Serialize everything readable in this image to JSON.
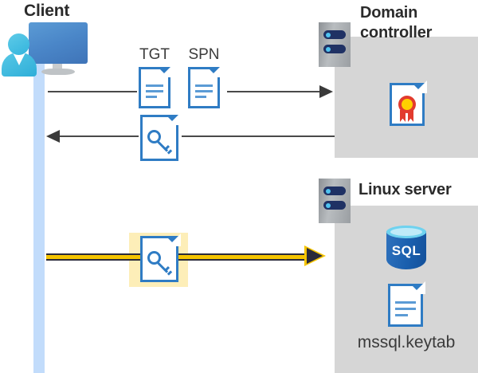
{
  "diagram": {
    "title": "Kerberos authentication flow diagram",
    "colors": {
      "panel_gray": "#d6d6d6",
      "lifeline_blue": "#c2dcfb",
      "doc_blue": "#2f7cc4",
      "highlight_yellow": "#fdeeb8",
      "arrow_yellow": "#f5c400",
      "arrow_gray": "#3a3a3a",
      "text_dark": "#2b2b2b"
    }
  },
  "client": {
    "label": "Client",
    "icon": "user-computer-icon",
    "lifeline": "client-lifeline"
  },
  "domain_controller": {
    "label_line1": "Domain",
    "label_line2": "controller",
    "rack_icon": "server-rack-icon",
    "contents": [
      {
        "icon": "certificate-document-icon",
        "name": "certificate"
      }
    ]
  },
  "linux_server": {
    "label": "Linux server",
    "rack_icon": "server-rack-icon",
    "contents": [
      {
        "icon": "sql-database-icon",
        "name": "SQL",
        "text": "SQL"
      },
      {
        "icon": "keytab-document-icon",
        "name": "mssql.keytab",
        "caption": "mssql.keytab"
      }
    ]
  },
  "flows": [
    {
      "id": "request",
      "direction": "client-to-domain-controller",
      "style": "gray-arrow",
      "artifacts": [
        {
          "tag": "TGT",
          "icon": "document-icon"
        },
        {
          "tag": "SPN",
          "icon": "document-icon"
        }
      ]
    },
    {
      "id": "response",
      "direction": "domain-controller-to-client",
      "style": "gray-arrow",
      "artifacts": [
        {
          "tag": "",
          "icon": "key-document-icon"
        }
      ]
    },
    {
      "id": "service-ticket",
      "direction": "client-to-linux-server",
      "style": "yellow-highlighted-arrow",
      "highlighted": true,
      "artifacts": [
        {
          "tag": "",
          "icon": "key-document-icon"
        }
      ]
    }
  ]
}
